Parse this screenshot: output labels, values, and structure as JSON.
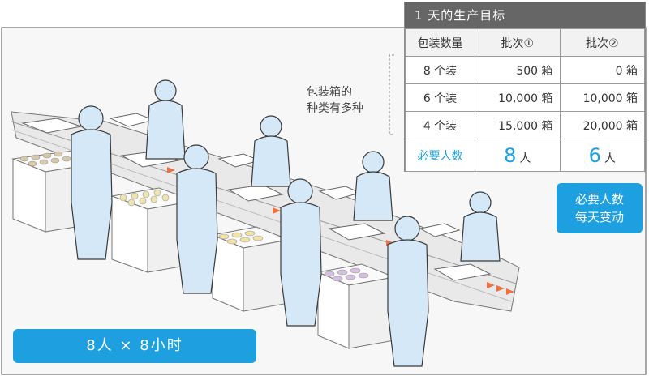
{
  "table": {
    "title": "1 天的生产目标",
    "headers": [
      "包装数量",
      "批次①",
      "批次②"
    ],
    "rows": [
      {
        "label": "8 个装",
        "batch1": "500 箱",
        "batch2": "0 箱"
      },
      {
        "label": "6 个装",
        "batch1": "10,000 箱",
        "batch2": "10,000 箱"
      },
      {
        "label": "4 个装",
        "batch1": "15,000 箱",
        "batch2": "20,000 箱"
      }
    ],
    "need_label": "必要人数",
    "need_batch1_num": "8",
    "need_batch2_num": "6",
    "need_unit": "人"
  },
  "note": {
    "line1": "包装箱的",
    "line2": "种类有多种"
  },
  "badge_right": {
    "line1": "必要人数",
    "line2": "每天变动"
  },
  "badge_bottom": "8人 × 8小时",
  "colors": {
    "accent": "#1ea0e0",
    "worker": "#d4e8f8",
    "outline": "#3a3a3a",
    "arrow": "#f07040",
    "header": "#666666"
  }
}
